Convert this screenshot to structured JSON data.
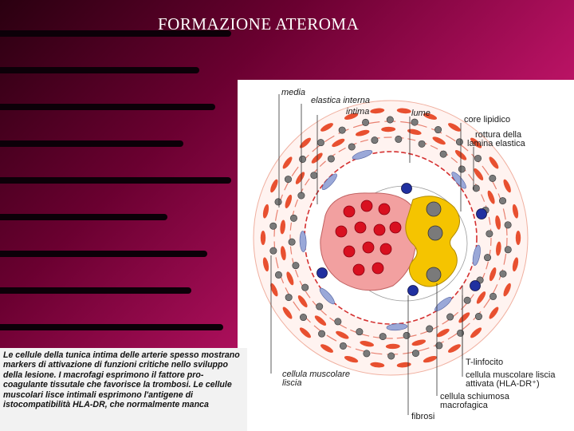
{
  "slide": {
    "title": "FORMAZIONE ATEROMA"
  },
  "diagram": {
    "labels": {
      "media": "media",
      "elastica_interna": "elastica interna",
      "intima": "intima",
      "lume": "lume",
      "core_lipidico": "core lipidico",
      "rottura_line1": "rottura della",
      "rottura_line2": "lamina elastica",
      "t_linfocito": "T-linfocito",
      "cellula_muscolare_line1": "cellula muscolare",
      "cellula_muscolare_line2": "liscia",
      "liscia_attivata_line1": "cellula muscolare liscia",
      "liscia_attivata_line2": "attivata (HLA-DR⁺)",
      "schiumosa_line1": "cellula schiumosa",
      "schiumosa_line2": "macrofagica",
      "fibrosi": "fibrosi"
    },
    "colors": {
      "media_cells": "#e85030",
      "lipid_core": "#f2a0a0",
      "lipid_droplets": "#d81020",
      "macrophage_yellow": "#f5c400",
      "t_lymphocyte": "#2030a0",
      "nuclei": "#7a7a7a"
    }
  },
  "caption": {
    "text": "Le cellule della tunica intima delle arterie spesso mostrano markers di attivazione di funzioni critiche nello sviluppo della lesione. I macrofagi esprimono il fattore pro-coagulante tissutale che favorisce la trombosi. Le cellule muscolari lisce intimali esprimono l'antigene di istocompatibilità HLA-DR, che normalmente manca"
  }
}
